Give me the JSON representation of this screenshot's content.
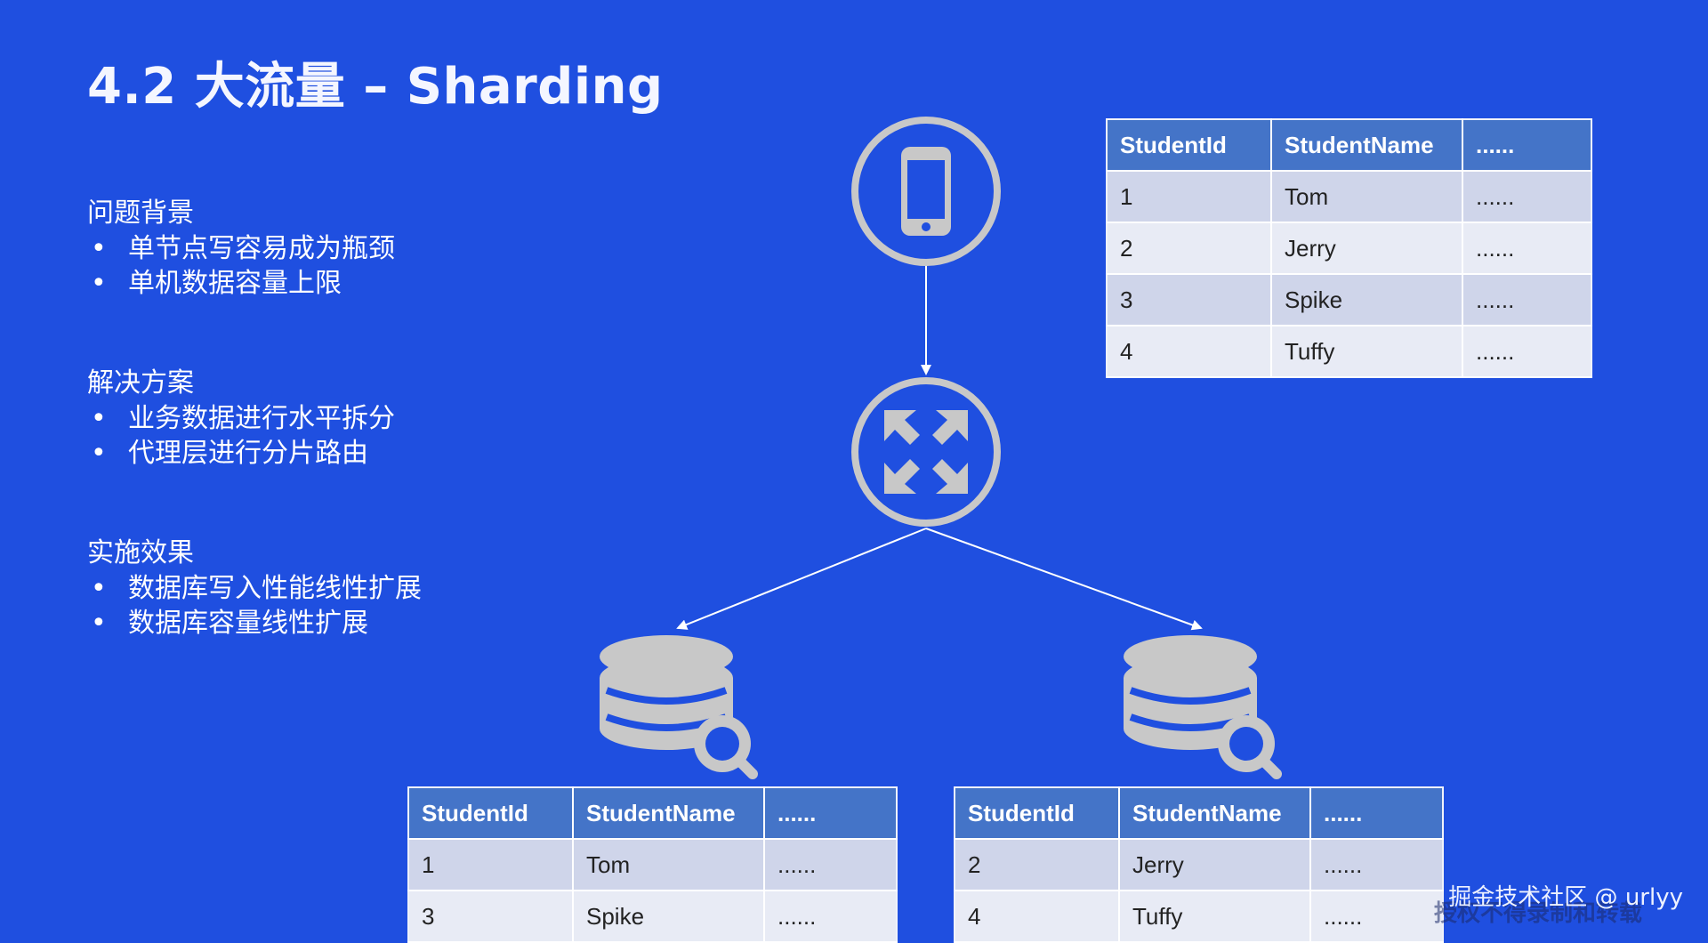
{
  "title": "4.2 大流量 – Sharding",
  "sections": [
    {
      "heading": "问题背景",
      "items": [
        "单节点写容易成为瓶颈",
        "单机数据容量上限"
      ]
    },
    {
      "heading": "解决方案",
      "items": [
        "业务数据进行水平拆分",
        "代理层进行分片路由"
      ]
    },
    {
      "heading": "实施效果",
      "items": [
        "数据库写入性能线性扩展",
        "数据库容量线性扩展"
      ]
    }
  ],
  "bullet_symbol": "•",
  "icons": {
    "client": "mobile-phone-icon",
    "proxy": "router-arrows-icon",
    "db": "database-search-icon"
  },
  "tables": {
    "headers": [
      "StudentId",
      "StudentName",
      "......"
    ],
    "source": [
      [
        "1",
        "Tom",
        "......"
      ],
      [
        "2",
        "Jerry",
        "......"
      ],
      [
        "3",
        "Spike",
        "......"
      ],
      [
        "4",
        "Tuffy",
        "......"
      ]
    ],
    "shard1": [
      [
        "1",
        "Tom",
        "......"
      ],
      [
        "3",
        "Spike",
        "......"
      ]
    ],
    "shard2": [
      [
        "2",
        "Jerry",
        "......"
      ],
      [
        "4",
        "Tuffy",
        "......"
      ]
    ]
  },
  "watermark": "掘金技术社区 @ urlyy",
  "watermark_under": "授权不得录制和转载",
  "colors": {
    "background": "#1f4fe0",
    "icon": "#c8c8c8",
    "table_header": "#4474c8"
  }
}
